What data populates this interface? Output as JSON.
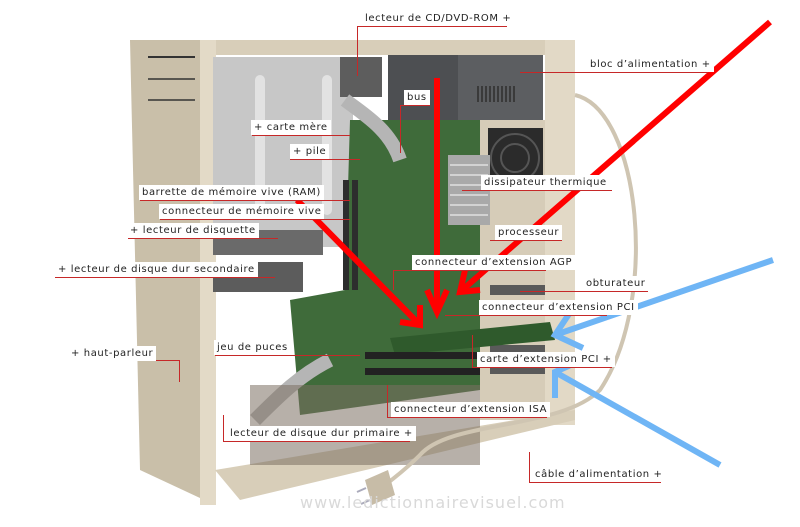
{
  "watermark": "www.ledictionnairevisuel.com",
  "labels": {
    "cd_dvd_rom": "lecteur de CD/DVD-ROM +",
    "power_supply": "bloc d’alimentation +",
    "bus": "bus",
    "motherboard": "+ carte mère",
    "battery": "+ pile",
    "ram_module": "barrette de mémoire vive (RAM)",
    "ram_connector": "connecteur de mémoire vive",
    "heat_sink": "dissipateur thermique",
    "floppy_drive": "+ lecteur de disquette",
    "processor": "processeur",
    "agp_connector": "connecteur d’extension AGP",
    "secondary_hdd": "+ lecteur de disque dur secondaire",
    "blanking_plate": "obturateur",
    "pci_connector": "connecteur d’extension PCI",
    "speaker": "+ haut-parleur",
    "chipset": "jeu de puces",
    "pci_card": "carte d’extension PCI +",
    "isa_connector": "connecteur d’extension ISA",
    "primary_hdd": "lecteur de disque dur primaire +",
    "power_cable": "câble d’alimentation +"
  },
  "colors": {
    "leader_line": "#c62828",
    "red_arrow": "#ff0000",
    "blue_arrow": "#6fb5f5",
    "case_beige": "#d9cfbd",
    "motherboard_green": "#3f6b3a"
  }
}
